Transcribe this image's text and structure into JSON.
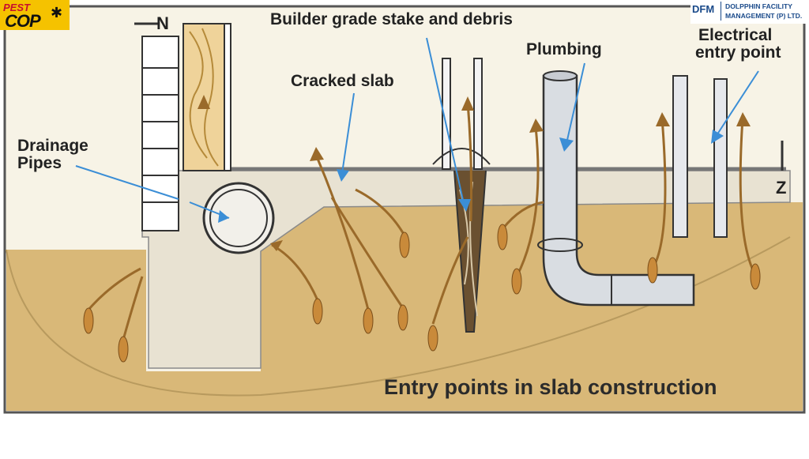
{
  "labels": {
    "stake": "Builder grade stake and debris",
    "plumbing": "Plumbing",
    "electrical_line1": "Electrical",
    "electrical_line2": "entry point",
    "cracked_slab": "Cracked slab",
    "drainage_line1": "Drainage",
    "drainage_line2": "Pipes",
    "title": "Entry points in slab construction",
    "ground_letter_left": "N",
    "ground_letter_right": "Z"
  },
  "logos": {
    "pest_line1": "PEST",
    "pest_line2": "COP",
    "dfm_mark": "DFM",
    "dfm_line1": "DOLPPHIN FACILITY",
    "dfm_line2": "MANAGEMENT (P) LTD."
  },
  "colors": {
    "soil": "#d9b878",
    "slab": "#e8e2d2",
    "sky": "#f7f3e6",
    "termite": "#c98a3a",
    "tube": "#9a6a2a",
    "arrow": "#3b8ed6",
    "pipe": "#d9dde2",
    "pest_logo_bg": "#f5c200",
    "dfm_blue": "#1a4a8a"
  }
}
